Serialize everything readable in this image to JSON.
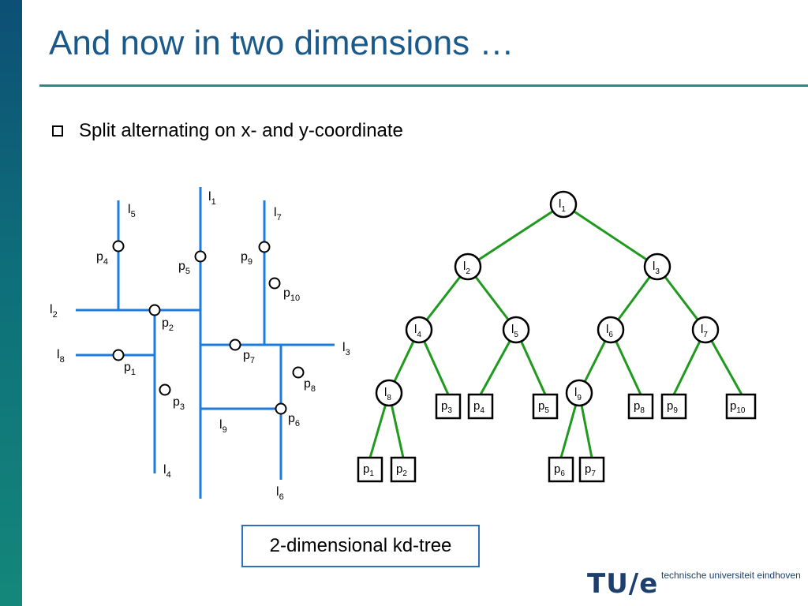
{
  "slide": {
    "title": "And now in two dimensions …",
    "bullet": "Split alternating on x- and y-coordinate",
    "caption": "2-dimensional kd-tree",
    "logo_mark": "TU/e",
    "logo_text": "technische universiteit eindhoven"
  },
  "colors": {
    "split_line": "#1e7be0",
    "tree_edge": "#1f9a1f",
    "title": "#1a5a8a",
    "rule": "#2b8a86"
  },
  "plane": {
    "labels": {
      "l1": {
        "base": "l",
        "sub": "1"
      },
      "l2": {
        "base": "l",
        "sub": "2"
      },
      "l3": {
        "base": "l",
        "sub": "3"
      },
      "l4": {
        "base": "l",
        "sub": "4"
      },
      "l5": {
        "base": "l",
        "sub": "5"
      },
      "l6": {
        "base": "l",
        "sub": "6"
      },
      "l7": {
        "base": "l",
        "sub": "7"
      },
      "l8": {
        "base": "l",
        "sub": "8"
      },
      "l9": {
        "base": "l",
        "sub": "9"
      },
      "p1": {
        "base": "p",
        "sub": "1"
      },
      "p2": {
        "base": "p",
        "sub": "2"
      },
      "p3": {
        "base": "p",
        "sub": "3"
      },
      "p4": {
        "base": "p",
        "sub": "4"
      },
      "p5": {
        "base": "p",
        "sub": "5"
      },
      "p6": {
        "base": "p",
        "sub": "6"
      },
      "p7": {
        "base": "p",
        "sub": "7"
      },
      "p8": {
        "base": "p",
        "sub": "8"
      },
      "p9": {
        "base": "p",
        "sub": "9"
      },
      "p10": {
        "base": "p",
        "sub": "10"
      }
    }
  },
  "tree": {
    "nodes": {
      "l1": {
        "base": "l",
        "sub": "1"
      },
      "l2": {
        "base": "l",
        "sub": "2"
      },
      "l3": {
        "base": "l",
        "sub": "3"
      },
      "l4": {
        "base": "l",
        "sub": "4"
      },
      "l5": {
        "base": "l",
        "sub": "5"
      },
      "l6": {
        "base": "l",
        "sub": "6"
      },
      "l7": {
        "base": "l",
        "sub": "7"
      },
      "l8": {
        "base": "l",
        "sub": "8"
      },
      "l9": {
        "base": "l",
        "sub": "9"
      }
    },
    "leaves": {
      "p1": {
        "base": "p",
        "sub": "1"
      },
      "p2": {
        "base": "p",
        "sub": "2"
      },
      "p3": {
        "base": "p",
        "sub": "3"
      },
      "p4": {
        "base": "p",
        "sub": "4"
      },
      "p5": {
        "base": "p",
        "sub": "5"
      },
      "p6": {
        "base": "p",
        "sub": "6"
      },
      "p7": {
        "base": "p",
        "sub": "7"
      },
      "p8": {
        "base": "p",
        "sub": "8"
      },
      "p9": {
        "base": "p",
        "sub": "9"
      },
      "p10": {
        "base": "p",
        "sub": "10"
      }
    }
  }
}
